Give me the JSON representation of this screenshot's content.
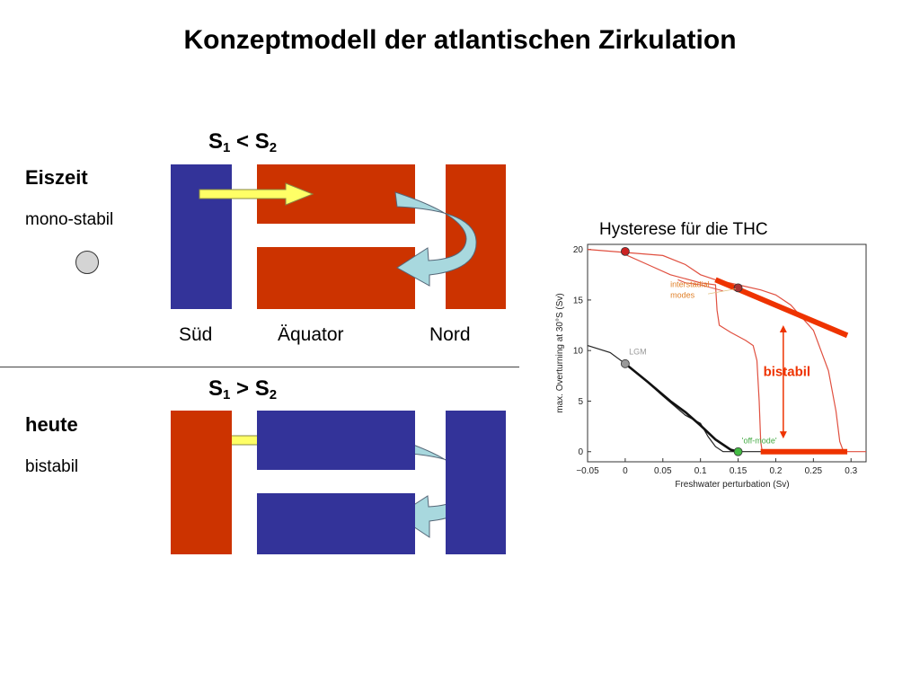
{
  "title": "Konzeptmodell der atlantischen Zirkulation",
  "top_panel": {
    "condition": {
      "s": "S",
      "sub1": "1",
      "op": " < ",
      "sub2": "2"
    },
    "mode": "Eiszeit",
    "stability": "mono-stabil"
  },
  "bottom_panel": {
    "condition": {
      "s": "S",
      "sub1": "1",
      "op": " > ",
      "sub2": "2"
    },
    "mode": "heute",
    "stability": "bistabil"
  },
  "regions": {
    "south": "Süd",
    "equator": "Äquator",
    "north": "Nord"
  },
  "colors": {
    "warm": "#cc3300",
    "cold": "#333399",
    "arrow_yellow": "#ffff66",
    "arrow_blue": "#a8d8de",
    "highlight": "#ee3300"
  },
  "hysteresis": {
    "title": "Hysterese für die THC",
    "bistabil_label": "bistabil",
    "annotations": {
      "interstadial": "interstadial",
      "modes": "modes",
      "lgm": "LGM",
      "off_mode": "'off-mode'"
    },
    "chart_data": {
      "type": "line",
      "xlabel": "Freshwater perturbation (Sv)",
      "ylabel": "max. Overturning at 30°S (Sv)",
      "xlim": [
        -0.05,
        0.32
      ],
      "ylim": [
        -1,
        20.5
      ],
      "xticks": [
        -0.05,
        0,
        0.05,
        0.1,
        0.15,
        0.2,
        0.25,
        0.3
      ],
      "xtick_labels": [
        "−0.05",
        "0",
        "0.05",
        "0.1",
        "0.15",
        "0.2",
        "0.25",
        "0.3"
      ],
      "yticks": [
        0,
        5,
        10,
        15,
        20
      ],
      "ytick_labels": [
        "0",
        "5",
        "10",
        "15",
        "20"
      ],
      "series": [
        {
          "key": "present_upper",
          "color": "#e05040",
          "width": 1.2,
          "points": [
            [
              -0.05,
              20
            ],
            [
              0,
              19.7
            ],
            [
              0.05,
              19.4
            ],
            [
              0.08,
              18.5
            ],
            [
              0.1,
              17.5
            ],
            [
              0.12,
              17
            ],
            [
              0.15,
              16.5
            ],
            [
              0.18,
              16
            ],
            [
              0.2,
              15.5
            ],
            [
              0.22,
              14.5
            ],
            [
              0.25,
              12
            ],
            [
              0.27,
              8
            ],
            [
              0.28,
              4
            ],
            [
              0.285,
              1
            ],
            [
              0.29,
              0
            ]
          ]
        },
        {
          "key": "present_lower",
          "color": "#e05040",
          "width": 1.2,
          "points": [
            [
              0,
              19.5
            ],
            [
              0.03,
              18.5
            ],
            [
              0.06,
              17.5
            ],
            [
              0.1,
              16.7
            ],
            [
              0.12,
              16.5
            ],
            [
              0.122,
              14
            ],
            [
              0.125,
              12.5
            ],
            [
              0.14,
              11.8
            ],
            [
              0.16,
              11
            ],
            [
              0.17,
              10.5
            ],
            [
              0.175,
              9
            ],
            [
              0.178,
              5
            ],
            [
              0.18,
              1
            ],
            [
              0.182,
              0
            ],
            [
              0.3,
              0
            ],
            [
              0.32,
              0
            ]
          ]
        },
        {
          "key": "interstadial",
          "color": "#e05040",
          "width": 1.0,
          "points": [
            [
              0.07,
              17
            ],
            [
              0.08,
              16.7
            ],
            [
              0.1,
              16.5
            ],
            [
              0.11,
              16.3
            ],
            [
              0.12,
              16.1
            ],
            [
              0.13,
              15.9
            ]
          ]
        },
        {
          "key": "lgm",
          "color": "#222222",
          "width": 1.2,
          "points": [
            [
              -0.05,
              10.5
            ],
            [
              -0.02,
              9.8
            ],
            [
              0,
              8.7
            ],
            [
              0.02,
              7.5
            ],
            [
              0.05,
              5.5
            ],
            [
              0.08,
              3.6
            ],
            [
              0.1,
              2.8
            ],
            [
              0.11,
              1.5
            ],
            [
              0.12,
              0.5
            ],
            [
              0.13,
              0
            ],
            [
              0.2,
              0
            ]
          ]
        },
        {
          "key": "lgm_thick",
          "color": "#111111",
          "width": 2.6,
          "points": [
            [
              0,
              8.7
            ],
            [
              0.03,
              6.9
            ],
            [
              0.06,
              5.0
            ],
            [
              0.08,
              3.9
            ],
            [
              0.1,
              2.6
            ],
            [
              0.12,
              1.2
            ],
            [
              0.14,
              0.2
            ],
            [
              0.15,
              0
            ]
          ]
        }
      ],
      "markers": [
        {
          "x": 0,
          "y": 19.8,
          "color": "#cc2222"
        },
        {
          "x": 0.15,
          "y": 16.2,
          "color": "#aa3333"
        },
        {
          "x": 0,
          "y": 8.7,
          "color": "#999999"
        },
        {
          "x": 0.15,
          "y": 0,
          "color": "#44bb44"
        }
      ],
      "highlight_lines": [
        {
          "x1": 0.12,
          "y1": 17,
          "x2": 0.295,
          "y2": 11.5
        },
        {
          "x1": 0.18,
          "y1": 0,
          "x2": 0.295,
          "y2": 0
        }
      ],
      "bistable_arrow": {
        "x": 0.21,
        "y_top": 12.5,
        "y_bottom": 1.3
      }
    }
  }
}
